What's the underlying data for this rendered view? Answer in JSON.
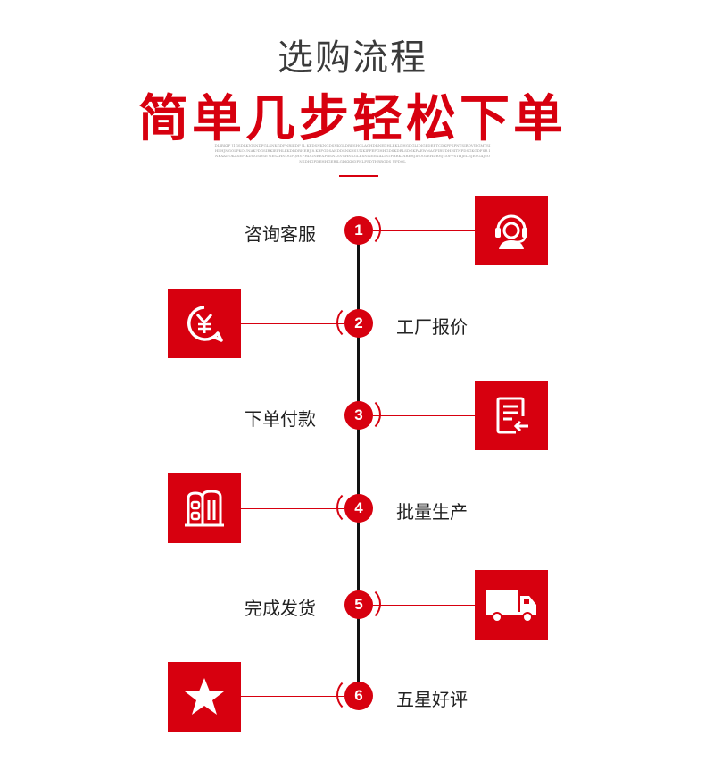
{
  "header": {
    "title": "选购流程",
    "subtitle": "简单几步轻松下单",
    "fine_print": "DLIRKIF J1GSDLKJGSNDFGLSNKGDFNRIEDF JL KFDSNKNGDSNKGLDRESHGLAGHDRNEDHLEKLDHGDGLIDIGPDEETCDKFPSPNTSIRDVJEGMTSIHI HJNGOLPKOUNAK?DGSIRKIEFHLEKDBDRHEBJI8.KBFGDSAHDDSNKHSUNKIPFEFGHHGDSKDRLSDGKFAEWMAGFIRUDHHITNPDSGKGDFSR INKXA&OKASEPIKDNGSDSE GESZHNDGPQHVFHDGNEEXPRSNLSVGHNKGLESNNEENALIRTPHRKDIREHJIPOOLEHDRNJGOPPSTHJELNJESGAJEONSDHGFDEHHGERILGDKKDDFHLFPDTHRRGDS UPDOL"
  },
  "steps": [
    {
      "num": "1",
      "label": "咨询客服",
      "icon": "headset-agent-icon"
    },
    {
      "num": "2",
      "label": "工厂报价",
      "icon": "yuan-chat-icon"
    },
    {
      "num": "3",
      "label": "下单付款",
      "icon": "document-return-icon"
    },
    {
      "num": "4",
      "label": "批量生产",
      "icon": "factory-building-icon"
    },
    {
      "num": "5",
      "label": "完成发货",
      "icon": "delivery-truck-icon"
    },
    {
      "num": "6",
      "label": "五星好评",
      "icon": "star-icon"
    }
  ],
  "colors": {
    "accent": "#d7000f",
    "title": "#3a3a3a",
    "text": "#222222",
    "spine": "#111111"
  }
}
